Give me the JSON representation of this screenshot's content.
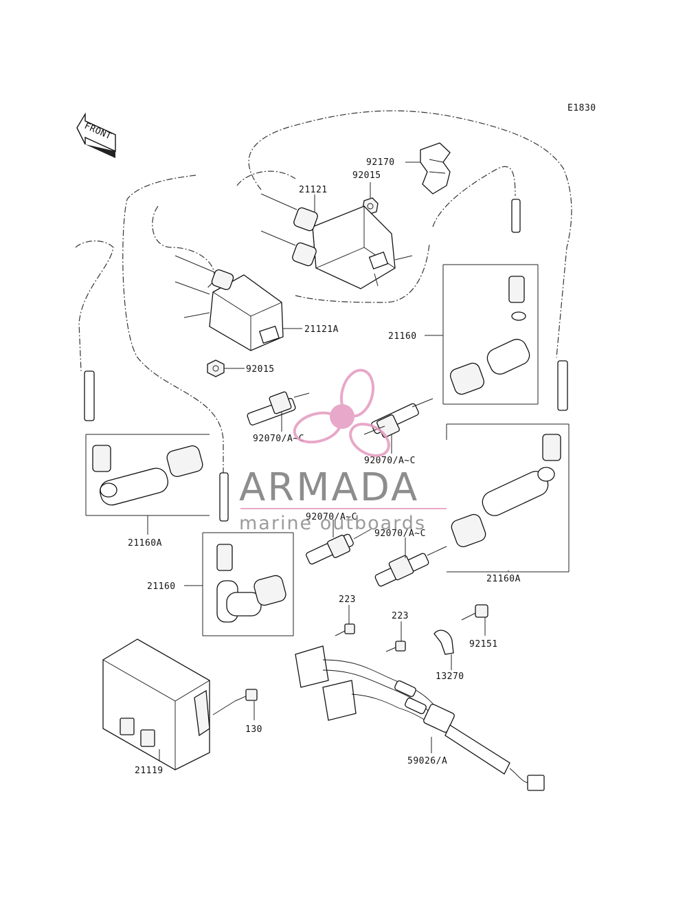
{
  "diagram_code": "E1830",
  "front_label": "FRONT",
  "watermark": {
    "brand": "ARMADA",
    "tagline": "marine outboards",
    "brand_color": "#7a7a7a",
    "accent_color": "#e59ac0"
  },
  "parts": {
    "clip": "92170",
    "nut_top": "92015",
    "coil_top": "21121",
    "coil_a": "21121A",
    "nut_bottom": "92015",
    "cap_right_upper": "21160",
    "plug_1": "92070/A~C",
    "plug_2": "92070/A~C",
    "cap_left_upper": "21160A",
    "plug_3": "92070/A~C",
    "plug_4": "92070/A~C",
    "cap_left_lower": "21160",
    "cap_right_lower": "21160A",
    "bolt_1": "223",
    "bolt_2": "223",
    "bolt_3": "92151",
    "clamp": "13270",
    "cdi_bolt": "130",
    "cdi_unit": "21119",
    "harness": "59026/A"
  }
}
